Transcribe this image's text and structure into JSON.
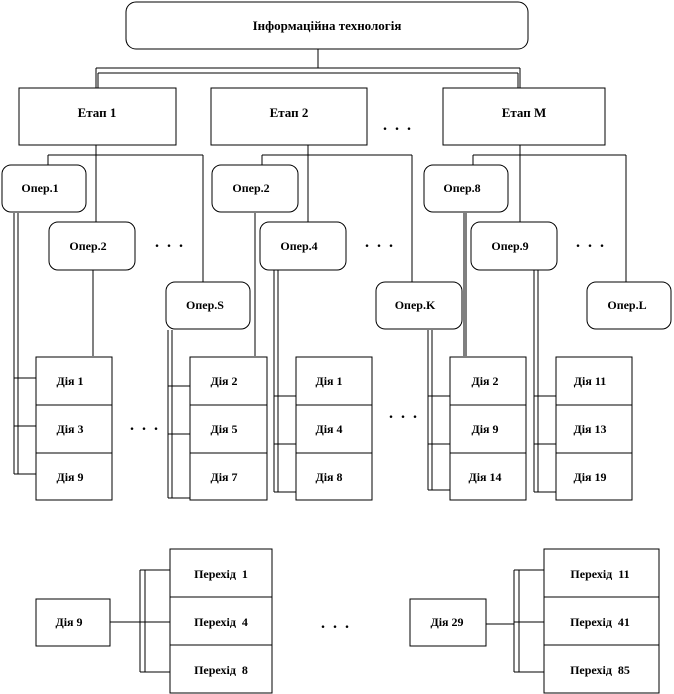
{
  "title": "Інформаційна технологія",
  "stages": [
    "Етап 1",
    "Етап 2",
    "Етап М"
  ],
  "operations": [
    "Опер.1",
    "Опер.2",
    "Опер.S",
    "Опер.2",
    "Опер.4",
    "Опер.K",
    "Опер.8",
    "Опер.9",
    "Опер.L"
  ],
  "action_groups": [
    [
      "Дія 1",
      "Дія 3",
      "Дія 9"
    ],
    [
      "Дія 2",
      "Дія 5",
      "Дія 7"
    ],
    [
      "Дія 1",
      "Дія 4",
      "Дія 8"
    ],
    [
      "Дія 2",
      "Дія 9",
      "Дія 14"
    ],
    [
      "Дія 11",
      "Дія 13",
      "Дія 19"
    ]
  ],
  "detail_left": {
    "action": "Дія 9",
    "transitions": [
      "Перехід  1",
      "Перехід  4",
      "Перехід  8"
    ]
  },
  "detail_right": {
    "action": "Дія 29",
    "transitions": [
      "Перехід  11",
      "Перехід  41",
      "Перехід  85"
    ]
  },
  "ellipsis": ". . ."
}
